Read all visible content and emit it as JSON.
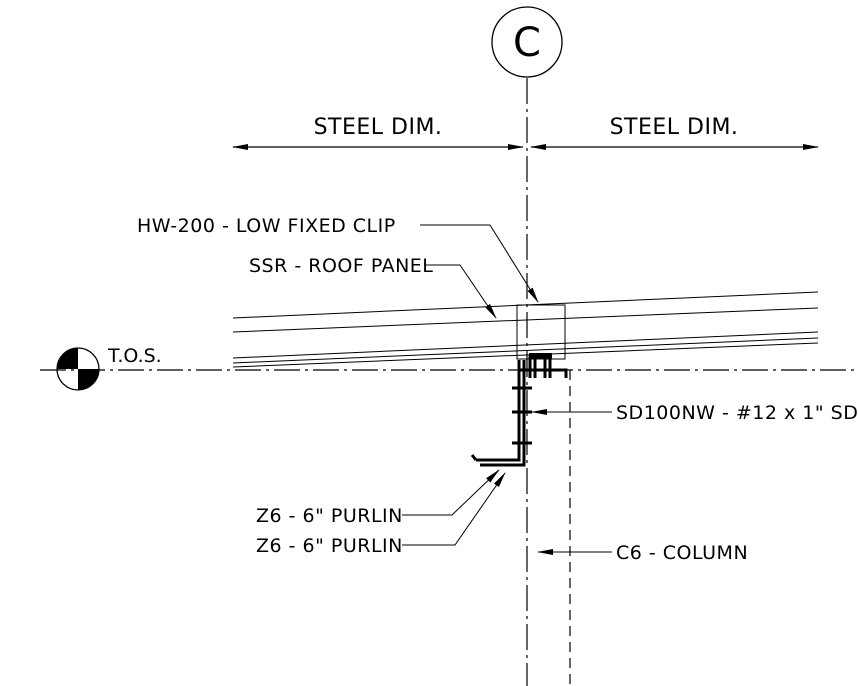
{
  "grid_bubble": {
    "label": "C"
  },
  "dimensions": {
    "left_label": "STEEL DIM.",
    "right_label": "STEEL DIM."
  },
  "elevation_marker": {
    "label": "T.O.S."
  },
  "callouts": {
    "clip": "HW-200 - LOW FIXED CLIP",
    "panel": "SSR - ROOF PANEL",
    "screw": "SD100NW - #12 x 1\" SD",
    "purlin_1": "Z6 - 6\" PURLIN",
    "purlin_2": "Z6 - 6\" PURLIN",
    "column": "C6 - COLUMN"
  }
}
